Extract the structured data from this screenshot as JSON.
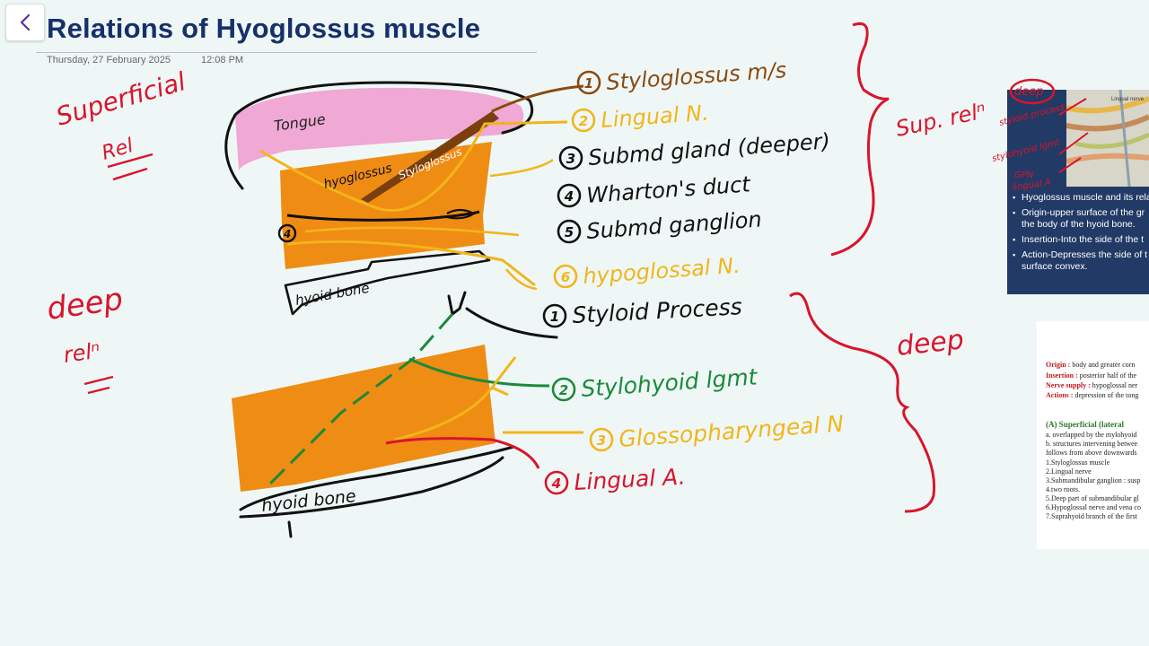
{
  "header": {
    "title": "Relations of Hyoglossus muscle",
    "date": "Thursday, 27 February 2025",
    "time": "12:08 PM"
  },
  "annotations": {
    "superficial_rel": [
      "Superficial",
      "Rel"
    ],
    "deep_rel": [
      "deep",
      "relⁿ"
    ],
    "sup_rel": "Sup. relⁿ",
    "deep": "deep",
    "thumb_labels": [
      "deep",
      "styloid process",
      "stylohyoid lgmt",
      "GPN",
      "lingual A"
    ]
  },
  "diagram_top": {
    "tongue": "Tongue",
    "hyoglossus": "hyoglossus",
    "styloglossus": "Styloglossus",
    "hyoid_bone": "hyoid bone",
    "marker": "4"
  },
  "diagram_bottom": {
    "hyoid_bone": "hyoid bone"
  },
  "superficial_relations": [
    {
      "num": "1",
      "text": "Styloglossus m/s",
      "color": "#8b4a10"
    },
    {
      "num": "2",
      "text": "Lingual N.",
      "color": "#f2b51b"
    },
    {
      "num": "3",
      "text": "Submd gland (deeper)",
      "color": "#111111"
    },
    {
      "num": "4",
      "text": "Wharton's duct",
      "color": "#111111"
    },
    {
      "num": "5",
      "text": "Submd ganglion",
      "color": "#111111"
    },
    {
      "num": "6",
      "text": "hypoglossal N.",
      "color": "#f2b51b"
    }
  ],
  "deep_relations": [
    {
      "num": "1",
      "text": "Styloid Process",
      "color": "#111111"
    },
    {
      "num": "2",
      "text": "Stylohyoid lgmt",
      "color": "#1a8a3a"
    },
    {
      "num": "3",
      "text": "Glossopharyngeal N",
      "color": "#f2b51b"
    },
    {
      "num": "4",
      "text": "Lingual A.",
      "color": "#d9142c"
    }
  ],
  "reference_slide": {
    "label": "Lingual nerve",
    "bullets": [
      {
        "line1": "Hyoglossus muscle and its rela",
        "line2": ""
      },
      {
        "line1": "Origin-upper surface of the gr",
        "line2": "the body of the hyoid bone."
      },
      {
        "line1": "Insertion-Into the side of the t",
        "line2": ""
      },
      {
        "line1": "Action-Depresses the side of t",
        "line2": "surface convex."
      }
    ]
  },
  "textbook": {
    "origin_key": "Origin :",
    "origin_val": "body and greater corn",
    "insertion_key": "Insertion :",
    "insertion_val": "posterior half of the",
    "nerve_key": "Nerve supply :",
    "nerve_val": "hypoglossal ner",
    "actions_key": "Actions :",
    "actions_val": "depression of the tong",
    "section": "(A) Superficial (lateral",
    "lines": [
      "a. overlapped by the mylohyoid",
      "b. structures intervening betwee",
      "follows from above downwards",
      "1.Styloglossus muscle",
      "2.Lingual nerve",
      "3.Submandibular ganglion : susp",
      "4.two roots.",
      "5.Deep part of submandibular gl",
      "6.Hypoglossal nerve and vena co",
      "7.Suprahyoid branch of the first"
    ]
  },
  "colors": {
    "title": "#16306a",
    "red_ink": "#d9142c",
    "orange_muscle": "#ef8c14",
    "pink_tongue": "#f0a8d4",
    "yellow_ink": "#f2b51b",
    "green_ink": "#1a8a3a",
    "brown_ink": "#8b4a10"
  },
  "icons": {
    "back": "chevron-left-icon"
  }
}
